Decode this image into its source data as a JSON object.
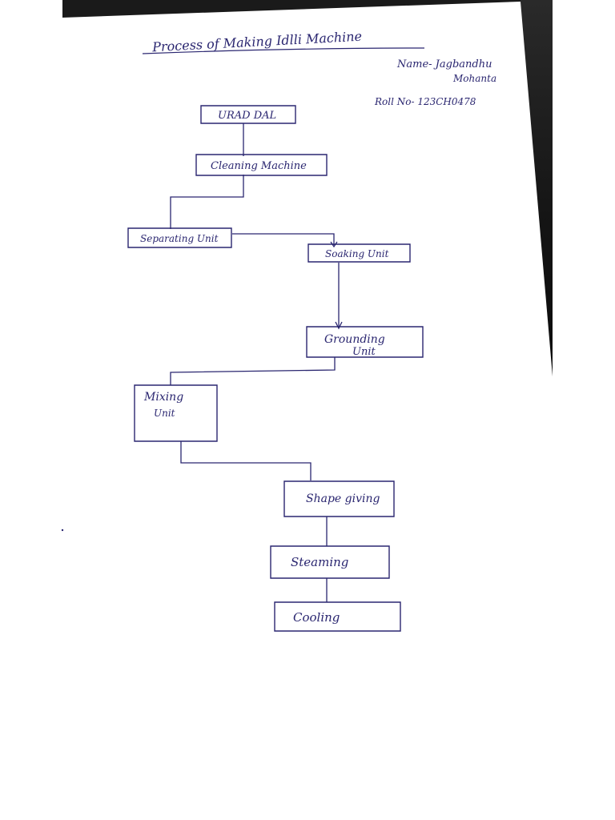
{
  "header": {
    "title": "Process of Making Idlli Machine",
    "name": "Name- Jagbandhu",
    "name_line2": "Mohanta",
    "roll": "Roll No- 123CH0478"
  },
  "nodes": [
    {
      "id": "urad",
      "label": "URAD DAL"
    },
    {
      "id": "cleaning",
      "label": "Cleaning Machine"
    },
    {
      "id": "separating",
      "label": "Separating Unit"
    },
    {
      "id": "soaking",
      "label": "Soaking Unit"
    },
    {
      "id": "grounding",
      "label": "Grounding",
      "label2": "Unit"
    },
    {
      "id": "mixing",
      "label": "Mixing",
      "label2": "Unit"
    },
    {
      "id": "shape",
      "label": "Shape giving"
    },
    {
      "id": "steaming",
      "label": "Steaming"
    },
    {
      "id": "cooling",
      "label": "Cooling"
    }
  ],
  "colors": {
    "ink": "#2a2670",
    "paper": "#ffffff",
    "background": "#141414"
  }
}
